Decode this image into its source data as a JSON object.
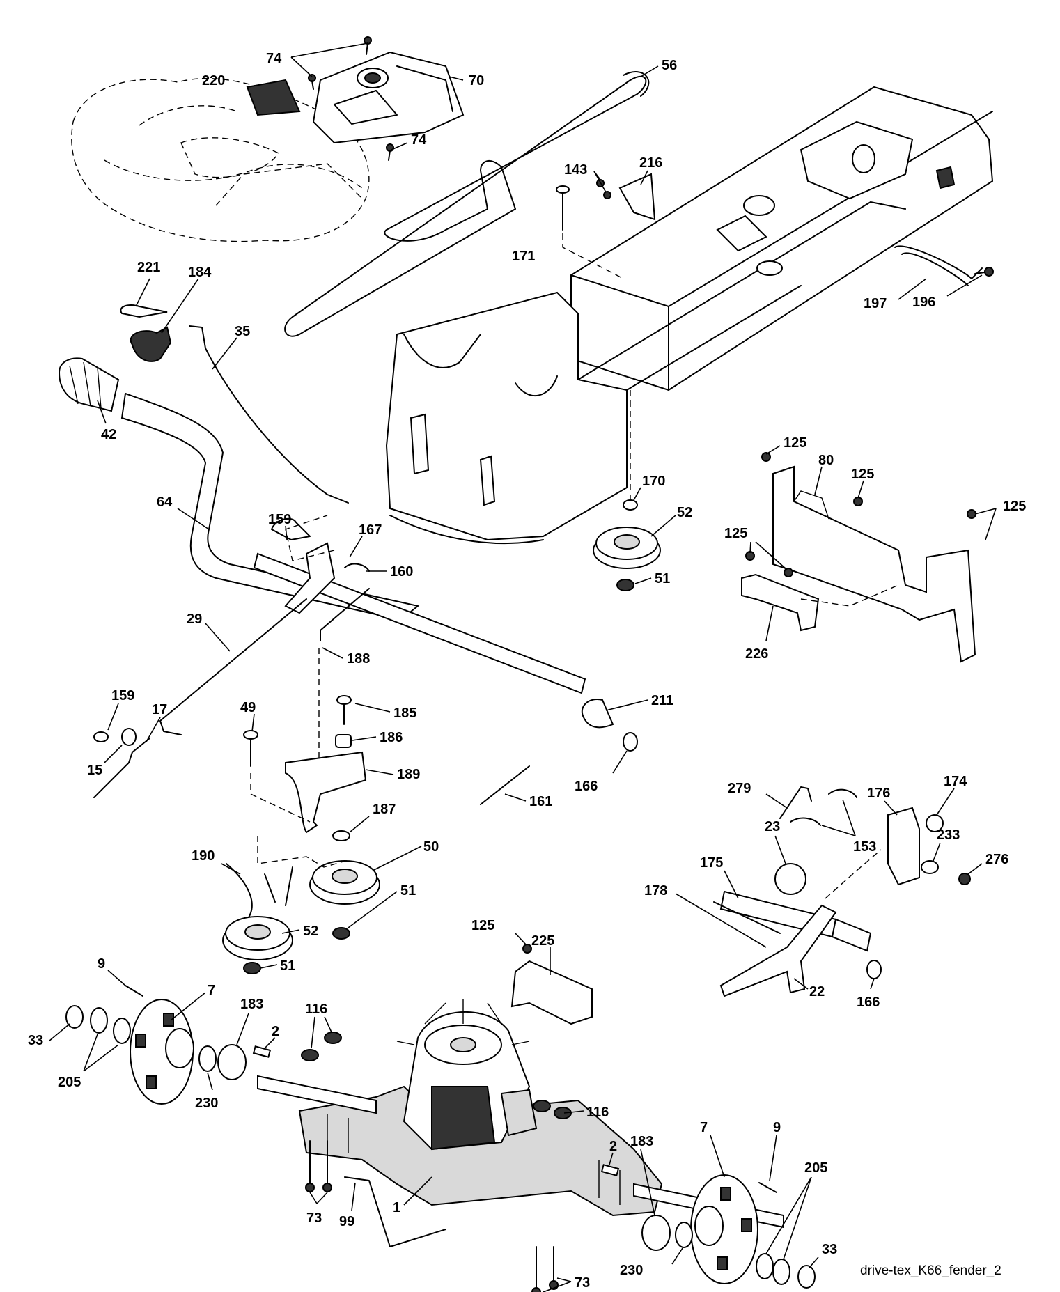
{
  "caption": "drive-tex_K66_fender_2",
  "labels": [
    {
      "id": "74a",
      "text": "74"
    },
    {
      "id": "220",
      "text": "220"
    },
    {
      "id": "70",
      "text": "70"
    },
    {
      "id": "56",
      "text": "56"
    },
    {
      "id": "74b",
      "text": "74"
    },
    {
      "id": "143",
      "text": "143"
    },
    {
      "id": "216",
      "text": "216"
    },
    {
      "id": "171",
      "text": "171"
    },
    {
      "id": "197",
      "text": "197"
    },
    {
      "id": "196",
      "text": "196"
    },
    {
      "id": "221",
      "text": "221"
    },
    {
      "id": "184",
      "text": "184"
    },
    {
      "id": "35",
      "text": "35"
    },
    {
      "id": "42",
      "text": "42"
    },
    {
      "id": "125a",
      "text": "125"
    },
    {
      "id": "80",
      "text": "80"
    },
    {
      "id": "125b",
      "text": "125"
    },
    {
      "id": "125c",
      "text": "125"
    },
    {
      "id": "125d",
      "text": "125"
    },
    {
      "id": "226",
      "text": "226"
    },
    {
      "id": "64",
      "text": "64"
    },
    {
      "id": "159a",
      "text": "159"
    },
    {
      "id": "167",
      "text": "167"
    },
    {
      "id": "160",
      "text": "160"
    },
    {
      "id": "170",
      "text": "170"
    },
    {
      "id": "52a",
      "text": "52"
    },
    {
      "id": "51a",
      "text": "51"
    },
    {
      "id": "29",
      "text": "29"
    },
    {
      "id": "188",
      "text": "188"
    },
    {
      "id": "159b",
      "text": "159"
    },
    {
      "id": "17",
      "text": "17"
    },
    {
      "id": "15",
      "text": "15"
    },
    {
      "id": "49",
      "text": "49"
    },
    {
      "id": "185",
      "text": "185"
    },
    {
      "id": "186",
      "text": "186"
    },
    {
      "id": "211",
      "text": "211"
    },
    {
      "id": "189",
      "text": "189"
    },
    {
      "id": "166a",
      "text": "166"
    },
    {
      "id": "161",
      "text": "161"
    },
    {
      "id": "187",
      "text": "187"
    },
    {
      "id": "279",
      "text": "279"
    },
    {
      "id": "176",
      "text": "176"
    },
    {
      "id": "174",
      "text": "174"
    },
    {
      "id": "23",
      "text": "23"
    },
    {
      "id": "153",
      "text": "153"
    },
    {
      "id": "233",
      "text": "233"
    },
    {
      "id": "276",
      "text": "276"
    },
    {
      "id": "190",
      "text": "190"
    },
    {
      "id": "50",
      "text": "50"
    },
    {
      "id": "175",
      "text": "175"
    },
    {
      "id": "178",
      "text": "178"
    },
    {
      "id": "51b",
      "text": "51"
    },
    {
      "id": "52b",
      "text": "52"
    },
    {
      "id": "125e",
      "text": "125"
    },
    {
      "id": "225",
      "text": "225"
    },
    {
      "id": "51c",
      "text": "51"
    },
    {
      "id": "22",
      "text": "22"
    },
    {
      "id": "166b",
      "text": "166"
    },
    {
      "id": "9a",
      "text": "9"
    },
    {
      "id": "7a",
      "text": "7"
    },
    {
      "id": "183a",
      "text": "183"
    },
    {
      "id": "116a",
      "text": "116"
    },
    {
      "id": "2a",
      "text": "2"
    },
    {
      "id": "33a",
      "text": "33"
    },
    {
      "id": "205a",
      "text": "205"
    },
    {
      "id": "230a",
      "text": "230"
    },
    {
      "id": "116b",
      "text": "116"
    },
    {
      "id": "2b",
      "text": "2"
    },
    {
      "id": "183b",
      "text": "183"
    },
    {
      "id": "7b",
      "text": "7"
    },
    {
      "id": "9b",
      "text": "9"
    },
    {
      "id": "205b",
      "text": "205"
    },
    {
      "id": "73a",
      "text": "73"
    },
    {
      "id": "99",
      "text": "99"
    },
    {
      "id": "1",
      "text": "1"
    },
    {
      "id": "73b",
      "text": "73"
    },
    {
      "id": "230b",
      "text": "230"
    },
    {
      "id": "33b",
      "text": "33"
    }
  ]
}
